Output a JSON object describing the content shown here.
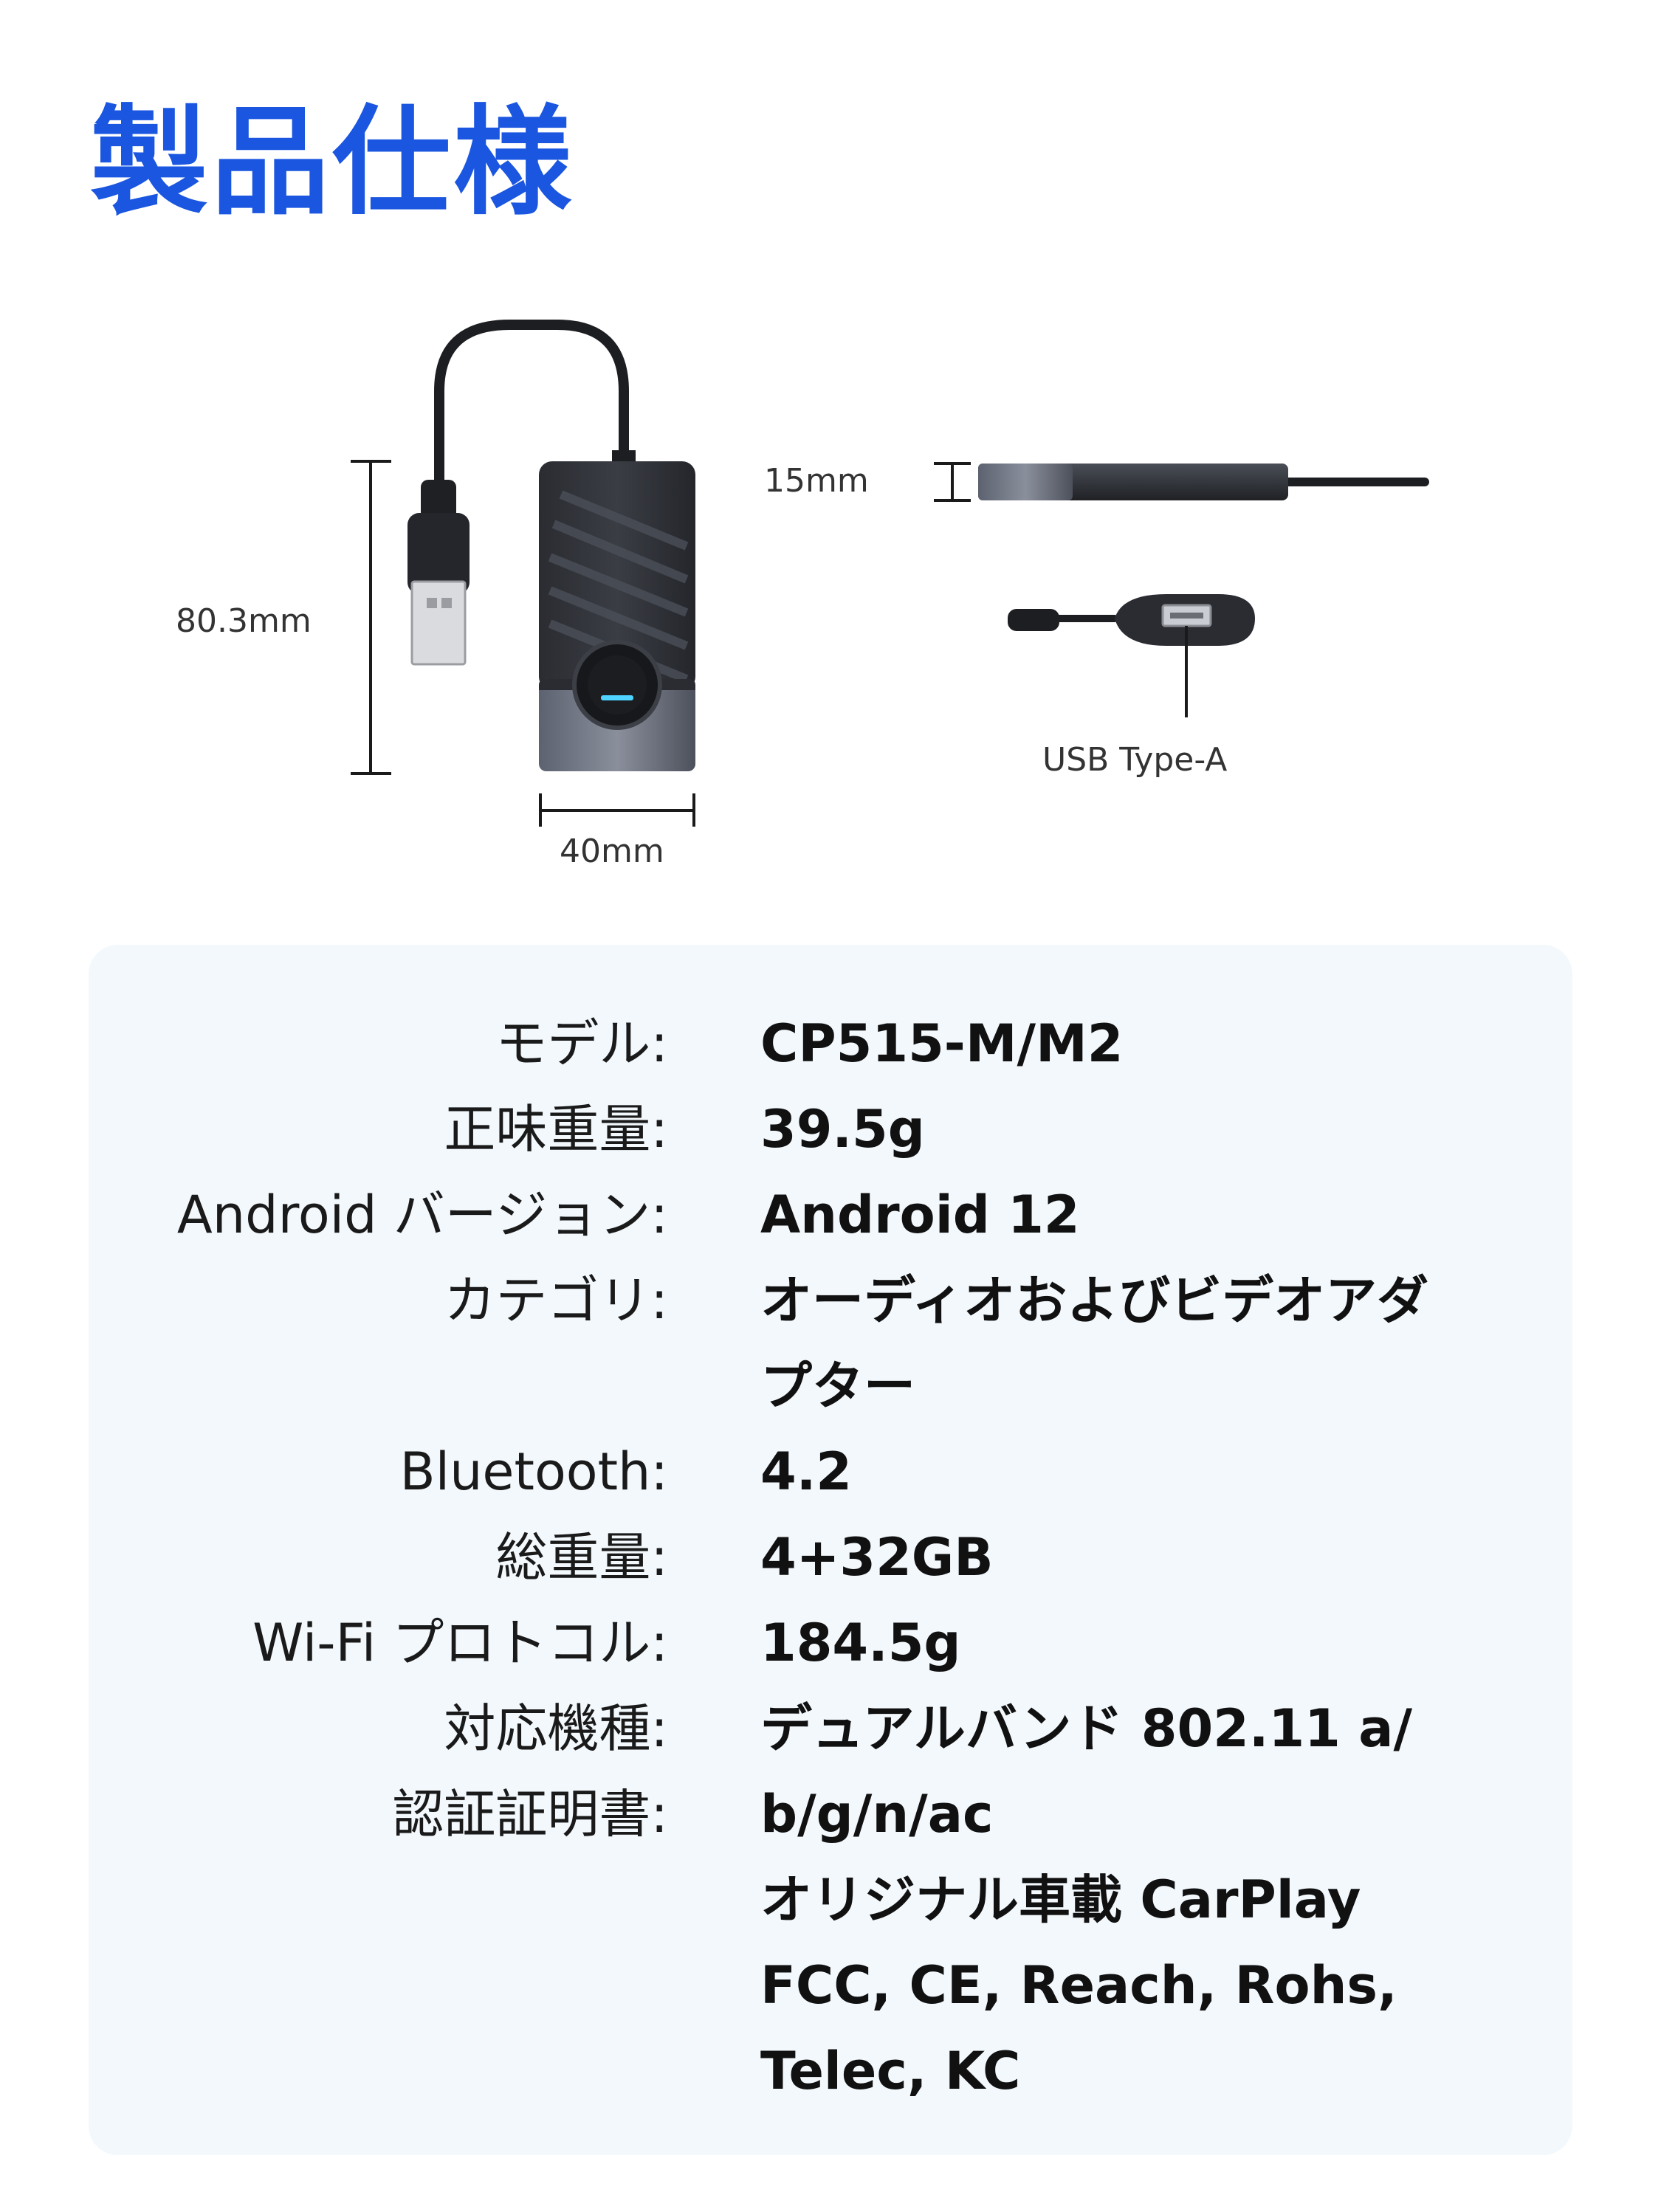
{
  "page": {
    "title": "製品仕様"
  },
  "diagram": {
    "height_label": "80.3mm",
    "width_label": "40mm",
    "thickness_label": "15mm",
    "port_label": "USB Type-A",
    "accent_color": "#1a56e0"
  },
  "specs": {
    "labels": [
      "モデル:",
      "正味重量:",
      "Android バージョン:",
      "カテゴリ:",
      "Bluetooth:",
      "総重量:",
      "Wi-Fi プロトコル:",
      "対応機種:",
      "認証証明書:"
    ],
    "values": [
      "CP515-M/M2",
      "39.5g",
      "Android 12",
      "オーディオおよびビデオアダ",
      "プター",
      "4.2",
      "4+32GB",
      "184.5g",
      "デュアルバンド 802.11 a/",
      "b/g/n/ac",
      "オリジナル車載 CarPlay",
      "FCC, CE, Reach, Rohs,",
      "Telec, KC"
    ]
  }
}
